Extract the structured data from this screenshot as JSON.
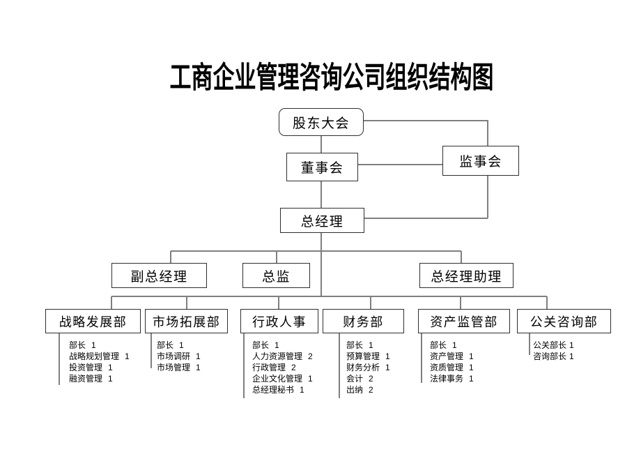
{
  "title": "工商企业管理咨询公司组织结构图",
  "nodes": {
    "shareholders": {
      "label": "股东大会"
    },
    "board": {
      "label": "董事会"
    },
    "supervisors": {
      "label": "监事会"
    },
    "gm": {
      "label": "总经理"
    },
    "deputy_gm": {
      "label": "副总经理"
    },
    "director": {
      "label": "总监"
    },
    "gm_assistant": {
      "label": "总经理助理"
    }
  },
  "departments": [
    {
      "id": "strategy",
      "label": "战略发展部",
      "staff": [
        {
          "name": "部长",
          "count": "1"
        },
        {
          "name": "战略规划管理",
          "count": "1"
        },
        {
          "name": "投资管理",
          "count": "1"
        },
        {
          "name": "融资管理",
          "count": "1"
        }
      ]
    },
    {
      "id": "market",
      "label": "市场拓展部",
      "staff": [
        {
          "name": "部长",
          "count": "1"
        },
        {
          "name": "市场调研",
          "count": "1"
        },
        {
          "name": "市场管理",
          "count": "1"
        }
      ]
    },
    {
      "id": "admin_hr",
      "label": "行政人事",
      "staff": [
        {
          "name": "部长",
          "count": "1"
        },
        {
          "name": "人力资源管理",
          "count": "2"
        },
        {
          "name": "行政管理",
          "count": "2"
        },
        {
          "name": "企业文化管理",
          "count": "1"
        },
        {
          "name": "总经理秘书",
          "count": "1"
        }
      ]
    },
    {
      "id": "finance",
      "label": "财务部",
      "staff": [
        {
          "name": "部长",
          "count": "1"
        },
        {
          "name": "预算管理",
          "count": "1"
        },
        {
          "name": "财务分析",
          "count": "1"
        },
        {
          "name": "会计",
          "count": "2"
        },
        {
          "name": "出纳",
          "count": "2"
        }
      ]
    },
    {
      "id": "asset",
      "label": "资产监管部",
      "staff": [
        {
          "name": "部长",
          "count": "1"
        },
        {
          "name": "资产管理",
          "count": "1"
        },
        {
          "name": "资质管理",
          "count": "1"
        },
        {
          "name": "法律事务",
          "count": "1"
        }
      ]
    },
    {
      "id": "pr_consulting",
      "label": "公关咨询部",
      "staff": [
        {
          "name": "公关部长",
          "count": "1"
        },
        {
          "name": "咨询部长",
          "count": "1"
        }
      ]
    }
  ],
  "colors": {
    "background": "#ffffff",
    "text": "#000000",
    "box_border": "#2e2e2e",
    "connector": "#7f7f7f"
  }
}
